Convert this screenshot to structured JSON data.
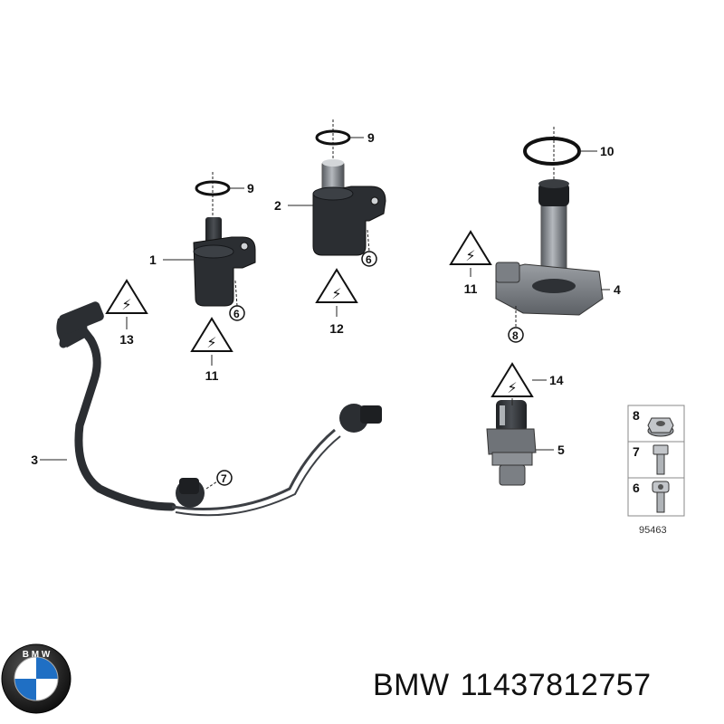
{
  "callouts": {
    "c1": "1",
    "c2": "2",
    "c3": "3",
    "c4": "4",
    "c5": "5",
    "c6a": "6",
    "c6b": "6",
    "c7": "7",
    "c8": "8",
    "c9a": "9",
    "c9b": "9",
    "c10": "10",
    "c11a": "11",
    "c11b": "11",
    "c12": "12",
    "c13": "13",
    "c14": "14"
  },
  "legend": {
    "rows": [
      {
        "label": "8",
        "icon": "flange-nut-icon"
      },
      {
        "label": "7",
        "icon": "hex-bolt-icon"
      },
      {
        "label": "6",
        "icon": "socket-screw-icon"
      }
    ],
    "ref_number": "95463"
  },
  "footer": {
    "brand": "BMW",
    "part_number": "11437812757"
  },
  "colors": {
    "line": "#222222",
    "part_dark": "#2f3236",
    "part_mid": "#6a6e73",
    "part_light": "#a9adb2"
  }
}
